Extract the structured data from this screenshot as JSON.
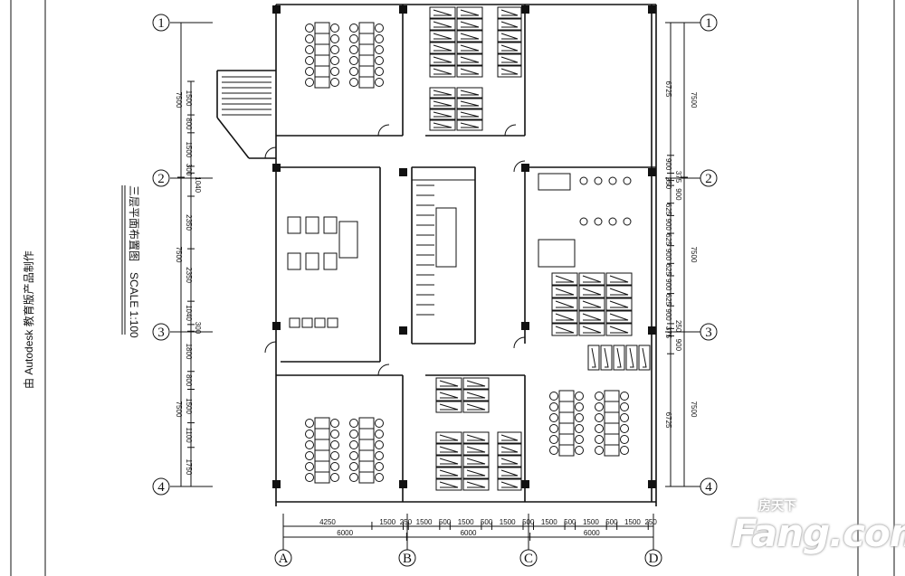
{
  "drawing": {
    "title": "三层平面布置图",
    "scale": "SCALE 1:100",
    "edu_notice": "由 Autodesk 教育版产品制作"
  },
  "watermark": {
    "brand_cn": "房天下",
    "brand": "Fang.com"
  },
  "axes": {
    "rows": [
      "1",
      "2",
      "3",
      "4"
    ],
    "cols": [
      "A",
      "B",
      "C",
      "D"
    ]
  },
  "dimensions": {
    "bottom_sub": [
      "4250",
      "1500",
      "250",
      "1500",
      "500",
      "1500",
      "500",
      "1500",
      "500",
      "1500",
      "500",
      "1500",
      "500",
      "1500",
      "250"
    ],
    "bottom_total": [
      "6000",
      "6000",
      "6000"
    ],
    "left_sub": [
      "1500",
      "800",
      "1500",
      "300",
      "1040",
      "2350",
      "2350",
      "1040",
      "300",
      "1800",
      "800",
      "1500",
      "1100",
      "1750"
    ],
    "left_total": [
      "7500",
      "7500",
      "7500"
    ],
    "right_sub": [
      "6725",
      "900",
      "375",
      "250",
      "900",
      "625",
      "900",
      "625",
      "900",
      "625",
      "900",
      "625",
      "900",
      "250",
      "375",
      "900",
      "6725"
    ],
    "right_total": [
      "7500",
      "7500",
      "7500"
    ]
  }
}
